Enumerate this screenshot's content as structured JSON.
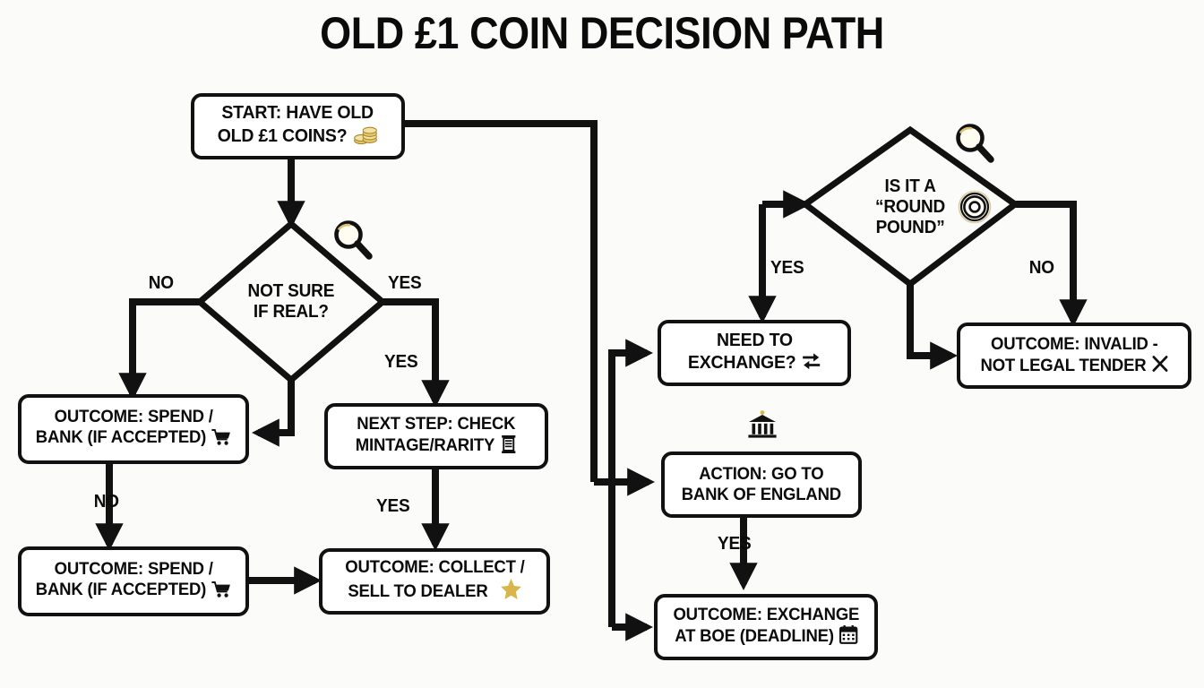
{
  "page": {
    "title": "OLD £1 COIN DECISION PATH",
    "background": "#fbfbfa",
    "ink": "#111111",
    "accent_gold": "#d9b64b"
  },
  "chart_data": {
    "type": "diagram",
    "subtype": "flowchart",
    "title": "OLD £1 COIN DECISION PATH",
    "nodes": [
      {
        "id": "start",
        "shape": "rounded-rect",
        "text": "START: HAVE OLD\nOLD £1 COINS?",
        "icon": "coins-icon"
      },
      {
        "id": "not_sure",
        "shape": "diamond",
        "text": "NOT SURE\nIF REAL?",
        "icon": "magnifier-icon"
      },
      {
        "id": "spend_bank_1",
        "shape": "rounded-rect",
        "text": "OUTCOME: SPEND /\nBANK (IF ACCEPTED)",
        "icon": "cart-icon"
      },
      {
        "id": "next_step",
        "shape": "rounded-rect",
        "text": "NEXT STEP: CHECK\nMINTAGE/RARITY",
        "icon": "scroll-icon"
      },
      {
        "id": "spend_bank_2",
        "shape": "rounded-rect",
        "text": "OUTCOME: SPEND /\nBANK (IF ACCEPTED)",
        "icon": "cart-icon"
      },
      {
        "id": "collect_sell",
        "shape": "rounded-rect",
        "text": "OUTCOME: COLLECT /\nSELL TO DEALER",
        "icon": "star-icon"
      },
      {
        "id": "round_pound",
        "shape": "diamond",
        "text": "IS IT A\n“ROUND\nPOUND”",
        "icon": "magnifier-icon"
      },
      {
        "id": "invalid",
        "shape": "rounded-rect",
        "text": "OUTCOME: INVALID -\nNOT LEGAL TENDER",
        "icon": "cross-icon"
      },
      {
        "id": "need_exchange",
        "shape": "rounded-rect",
        "text": "NEED TO\nEXCHANGE?",
        "icon": "exchange-icon"
      },
      {
        "id": "go_to_boe",
        "shape": "rounded-rect",
        "text": "ACTION: GO TO\nBANK OF ENGLAND",
        "icon": "bank-icon"
      },
      {
        "id": "exchange_boe",
        "shape": "rounded-rect",
        "text": "OUTCOME: EXCHANGE\nAT BOE (DEADLINE)",
        "icon": "calendar-icon"
      }
    ],
    "edges": [
      {
        "from": "start",
        "to": "not_sure",
        "label": ""
      },
      {
        "from": "start",
        "to": "need_exchange",
        "label": ""
      },
      {
        "from": "not_sure",
        "to": "spend_bank_1",
        "label": "NO"
      },
      {
        "from": "not_sure",
        "to": "spend_bank_1",
        "label": ""
      },
      {
        "from": "not_sure",
        "to": "next_step",
        "label": "YES"
      },
      {
        "from": "spend_bank_1",
        "to": "spend_bank_2",
        "label": "NO"
      },
      {
        "from": "next_step",
        "to": "collect_sell",
        "label": "YES"
      },
      {
        "from": "spend_bank_2",
        "to": "collect_sell",
        "label": ""
      },
      {
        "from": "round_pound",
        "to": "need_exchange",
        "label": "YES"
      },
      {
        "from": "round_pound",
        "to": "invalid",
        "label": "NO"
      },
      {
        "from": "round_pound",
        "to": "invalid",
        "label": ""
      },
      {
        "from": "go_to_boe",
        "to": "exchange_boe",
        "label": "YES"
      }
    ]
  },
  "nodes": {
    "start": {
      "line1": "START: HAVE OLD",
      "line2": "OLD £1 COINS?"
    },
    "not_sure": {
      "line1": "NOT SURE",
      "line2": "IF REAL?"
    },
    "spend_bank_1": {
      "line1": "OUTCOME: SPEND /",
      "line2": "BANK (IF ACCEPTED)"
    },
    "next_step": {
      "line1": "NEXT STEP: CHECK",
      "line2": "MINTAGE/RARITY"
    },
    "spend_bank_2": {
      "line1": "OUTCOME: SPEND /",
      "line2": "BANK (IF ACCEPTED)"
    },
    "collect_sell": {
      "line1": "OUTCOME: COLLECT /",
      "line2": "SELL TO DEALER"
    },
    "round_pound": {
      "line1": "IS IT A",
      "line2": "“ROUND",
      "line3": "POUND”"
    },
    "invalid": {
      "line1": "OUTCOME: INVALID -",
      "line2": "NOT LEGAL TENDER"
    },
    "need_exchange": {
      "line1": "NEED TO",
      "line2": "EXCHANGE?"
    },
    "go_to_boe": {
      "line1": "ACTION: GO TO",
      "line2": "BANK OF ENGLAND"
    },
    "exchange_boe": {
      "line1": "OUTCOME: EXCHANGE",
      "line2": "AT BOE (DEADLINE)"
    }
  },
  "edge_labels": {
    "not_sure_no": "NO",
    "not_sure_yes_right": "YES",
    "not_sure_yes_down": "YES",
    "spend_to_spend_no": "NO",
    "next_to_collect_yes": "YES",
    "round_pound_yes": "YES",
    "round_pound_no": "NO",
    "boe_yes": "YES"
  },
  "icons": {
    "coins": "coins-icon",
    "magnifier_left": "magnifier-icon",
    "magnifier_right": "magnifier-icon",
    "cart_1": "cart-icon",
    "cart_2": "cart-icon",
    "scroll": "scroll-icon",
    "star": "star-icon",
    "ring": "ring-coin-icon",
    "cross": "cross-icon",
    "exchange": "exchange-icon",
    "bank": "bank-icon",
    "calendar": "calendar-icon"
  }
}
